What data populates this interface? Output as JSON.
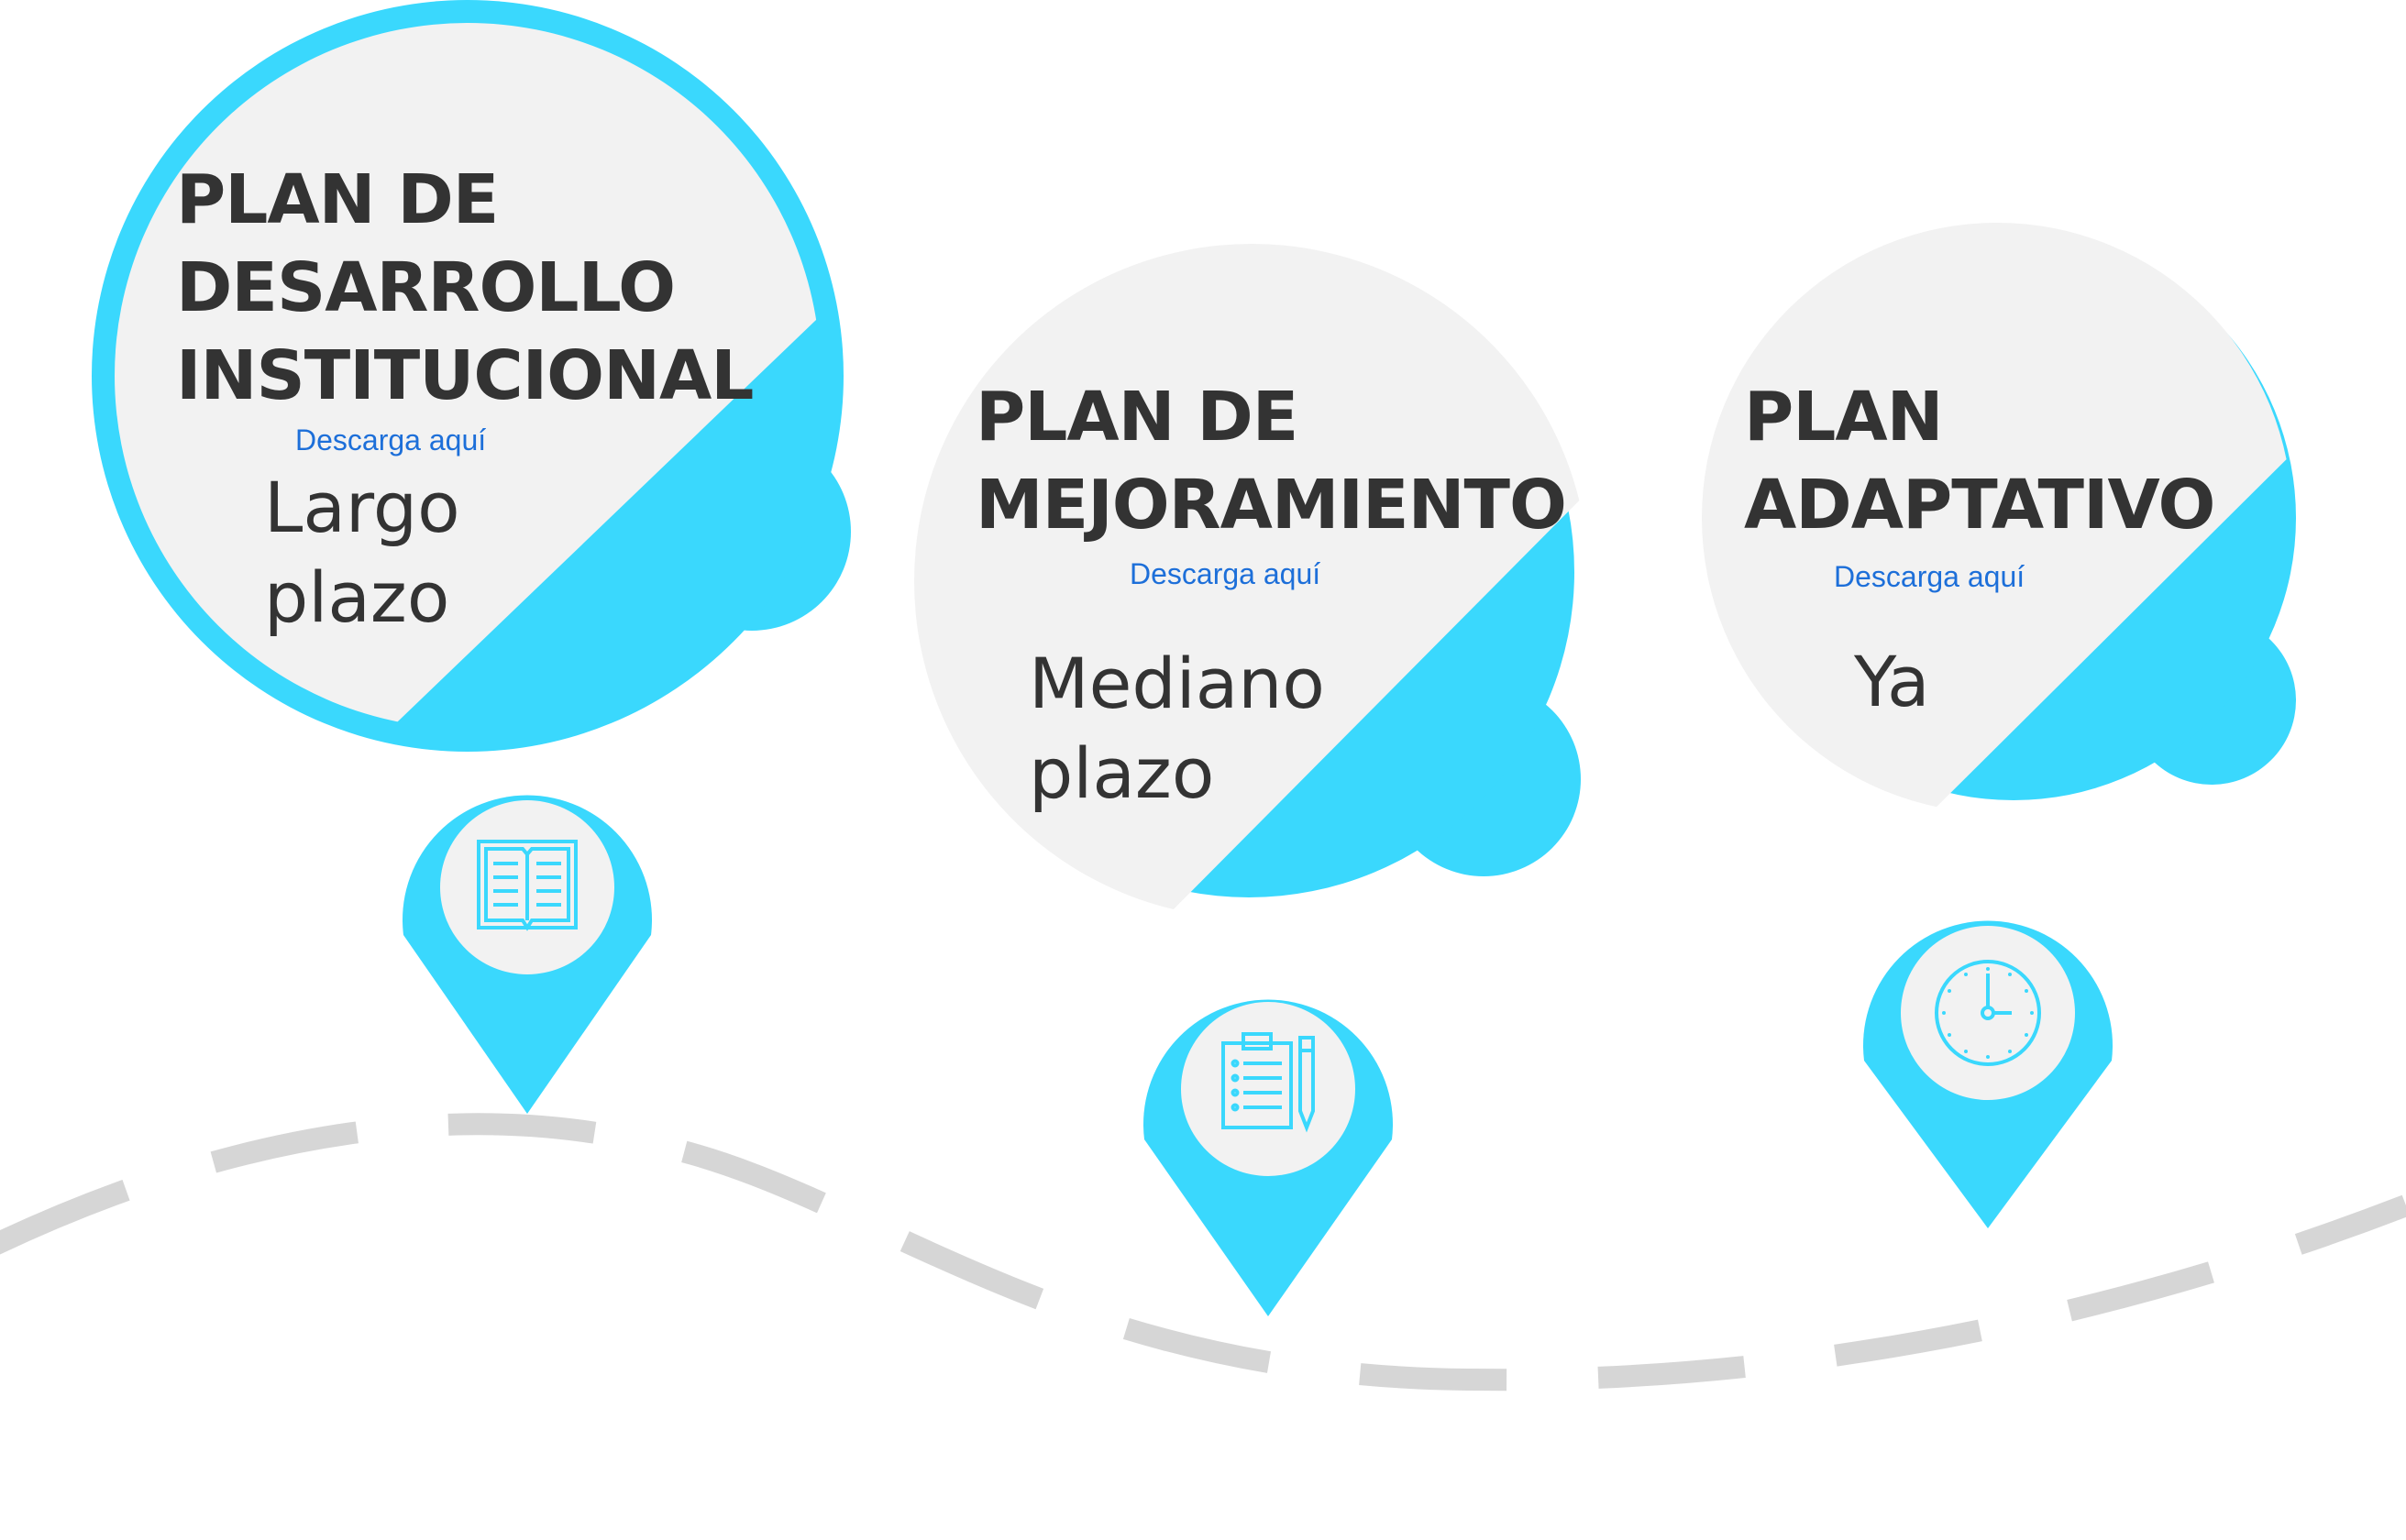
{
  "colors": {
    "accent": "#3ad8fd",
    "bubble": "#f2f2f2",
    "road": "#d6d6d6",
    "text": "#333333",
    "link": "#1d6fd9"
  },
  "plans": [
    {
      "title_lines": [
        "PLAN DE",
        "DESARROLLO",
        "INSTITUCIONAL"
      ],
      "link_label": "Descarga aquí",
      "term_lines": [
        "Largo",
        "plazo"
      ],
      "icon": "open-book-icon"
    },
    {
      "title_lines": [
        "PLAN DE",
        "MEJORAMIENTO"
      ],
      "link_label": "Descarga aquí",
      "term_lines": [
        "Mediano",
        "plazo"
      ],
      "icon": "clipboard-pencil-icon"
    },
    {
      "title_lines": [
        "PLAN",
        "ADAPTATIVO"
      ],
      "link_label": "Descarga aquí",
      "term_lines": [
        "Ya"
      ],
      "icon": "clock-icon"
    }
  ]
}
